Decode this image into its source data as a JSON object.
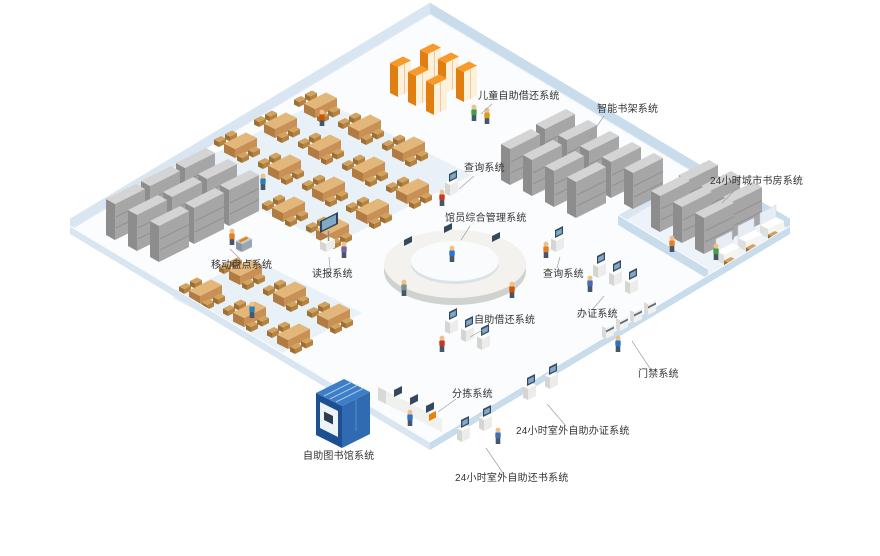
{
  "labels": [
    {
      "id": "children-self-checkout",
      "text": "儿童自助借还系统"
    },
    {
      "id": "smart-bookshelf",
      "text": "智能书架系统"
    },
    {
      "id": "city-study-room-24h",
      "text": "24小时城市书房系统"
    },
    {
      "id": "query-system-top",
      "text": "查询系统"
    },
    {
      "id": "librarian-management",
      "text": "馆员综合管理系统"
    },
    {
      "id": "query-system-right",
      "text": "查询系统"
    },
    {
      "id": "mobile-inventory",
      "text": "移动盘点系统"
    },
    {
      "id": "newspaper-reading",
      "text": "读报系统"
    },
    {
      "id": "self-checkout",
      "text": "自助借还系统"
    },
    {
      "id": "card-registration",
      "text": "办证系统"
    },
    {
      "id": "entrance-gate",
      "text": "门禁系统"
    },
    {
      "id": "sorting-system",
      "text": "分拣系统"
    },
    {
      "id": "outdoor-card-24h",
      "text": "24小时室外自助办证系统"
    },
    {
      "id": "self-service-library",
      "text": "自助图书馆系统"
    },
    {
      "id": "outdoor-return-24h",
      "text": "24小时室外自助还书系统"
    }
  ],
  "colors": {
    "locker_orange": "#f79a2b",
    "machine_blue": "#2f6ab2",
    "shelf_gray": "#a6a6a6",
    "table_wood": "#e3b679",
    "wall_blue": "#d9e6f1",
    "label_text": "#333333"
  }
}
